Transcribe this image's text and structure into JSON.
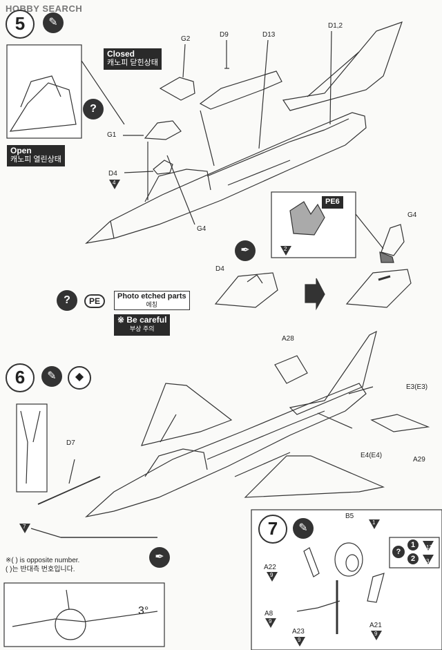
{
  "watermark": "HOBBY SEARCH",
  "step5": {
    "number": "5",
    "closed_title": "Closed",
    "closed_sub": "캐노피 닫힌상태",
    "open_title": "Open",
    "open_sub": "캐노피 열린상태",
    "parts": [
      "G2",
      "D9",
      "D13",
      "D1,2",
      "G1",
      "D4",
      "G4",
      "PE6",
      "G4",
      "D4"
    ],
    "d4_step": "4",
    "pe6_step": "2",
    "pe_label": "PE",
    "pe_title": "Photo etched parts",
    "pe_sub": "에칭",
    "careful_title": "※ Be careful",
    "careful_sub": "부상 주의"
  },
  "step6": {
    "number": "6",
    "parts": [
      "A28",
      "E3(E3)",
      "E4(E4)",
      "A29",
      "D7"
    ],
    "d7_step": "7",
    "note_en": "※( ) is opposite number.",
    "note_kr": "( )는 반대측 번호입니다.",
    "angle": "3°"
  },
  "step7": {
    "number": "7",
    "parts": [
      "B5",
      "A22",
      "A8",
      "A23",
      "A21"
    ],
    "b5_step": "1",
    "a22_step": "9",
    "a8_step": "9",
    "a23_step": "9",
    "a21_step": "9",
    "option1": "1",
    "option1_ref": "13",
    "option2": "2",
    "option2_ref": "3"
  }
}
